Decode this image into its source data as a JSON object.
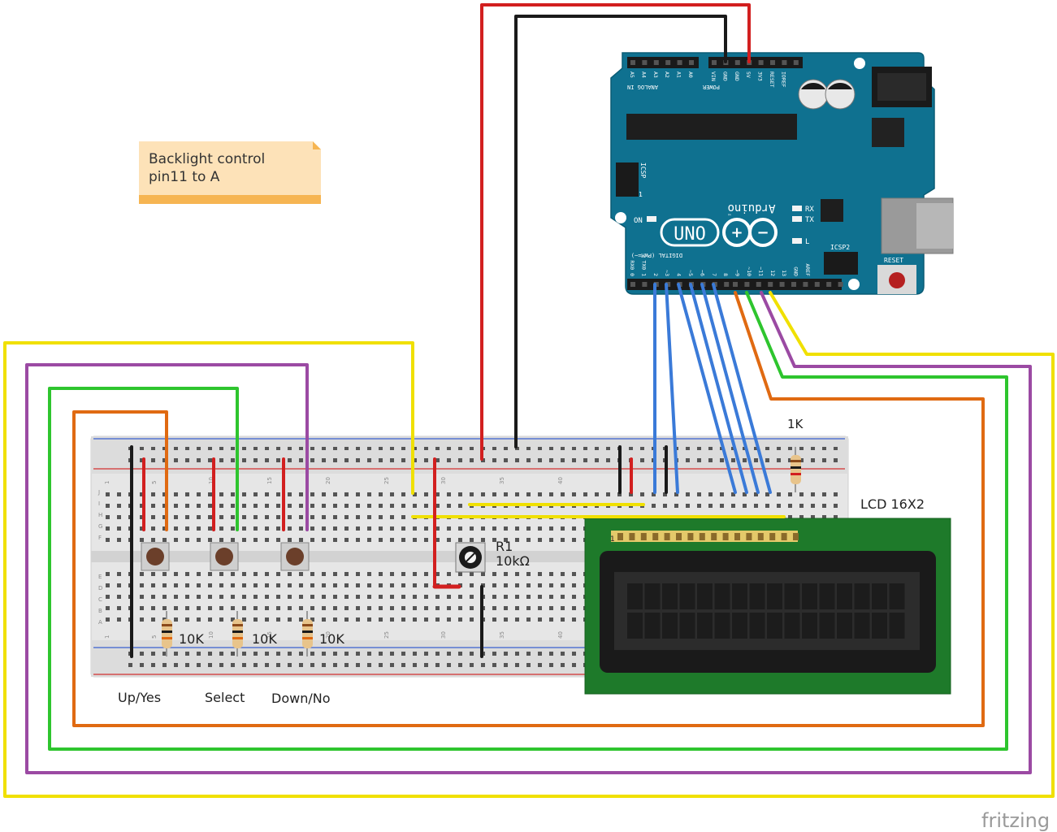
{
  "note": {
    "lines": [
      "Backlight control",
      "pin11 to A"
    ]
  },
  "labels": {
    "lcd": "LCD 16X2",
    "resistor_1k": "1K",
    "pot_ref": "R1",
    "pot_value": "10kΩ",
    "btn_res_1": "10K",
    "btn_res_2": "10K",
    "btn_res_3": "10K",
    "btn_up": "Up/Yes",
    "btn_select": "Select",
    "btn_down": "Down/No",
    "lcd_pin1": "1"
  },
  "arduino": {
    "logo": "UNO",
    "brand": "Arduino",
    "tm": "™",
    "on": "ON",
    "rx": "RX",
    "tx": "TX",
    "l": "L",
    "icsp": "ICSP",
    "icsp2": "ICSP2",
    "icsp_1": "1",
    "reset": "RESET",
    "analog_in": "ANALOG IN",
    "power": "POWER",
    "digital": "DIGITAL (PWM=~)",
    "analog_pins": [
      "A5",
      "A4",
      "A3",
      "A2",
      "A1",
      "A0"
    ],
    "power_pins": [
      "VIN",
      "GND",
      "GND",
      "5V",
      "3V3",
      "RESET",
      "IOREF"
    ],
    "digital_pins": [
      "RX0 0",
      "TX0 1",
      "2",
      "~3",
      "4",
      "~5",
      "~6",
      "7",
      "8",
      "~9",
      "~10",
      "~11",
      "12",
      "13",
      "GND",
      "AREF"
    ]
  },
  "breadboard": {
    "column_numbers": [
      "1",
      "5",
      "10",
      "15",
      "20",
      "25",
      "30",
      "35",
      "40"
    ],
    "row_letters": [
      "J",
      "I",
      "H",
      "G",
      "F",
      "E",
      "D",
      "C",
      "B",
      "A"
    ]
  },
  "colors": {
    "wire_red": "#d21f1f",
    "wire_black": "#1a1a1a",
    "wire_yellow": "#f0e000",
    "wire_purple": "#9b4aa3",
    "wire_green": "#2ec52e",
    "wire_orange": "#e06a12",
    "wire_blue": "#3a7ad8",
    "arduino_board": "#0f7190",
    "lcd_pcb": "#1e7a2a",
    "breadboard": "#e6e6e6",
    "note_fill": "#fde2b8",
    "note_band": "#f6b552"
  },
  "watermark": "fritzing"
}
